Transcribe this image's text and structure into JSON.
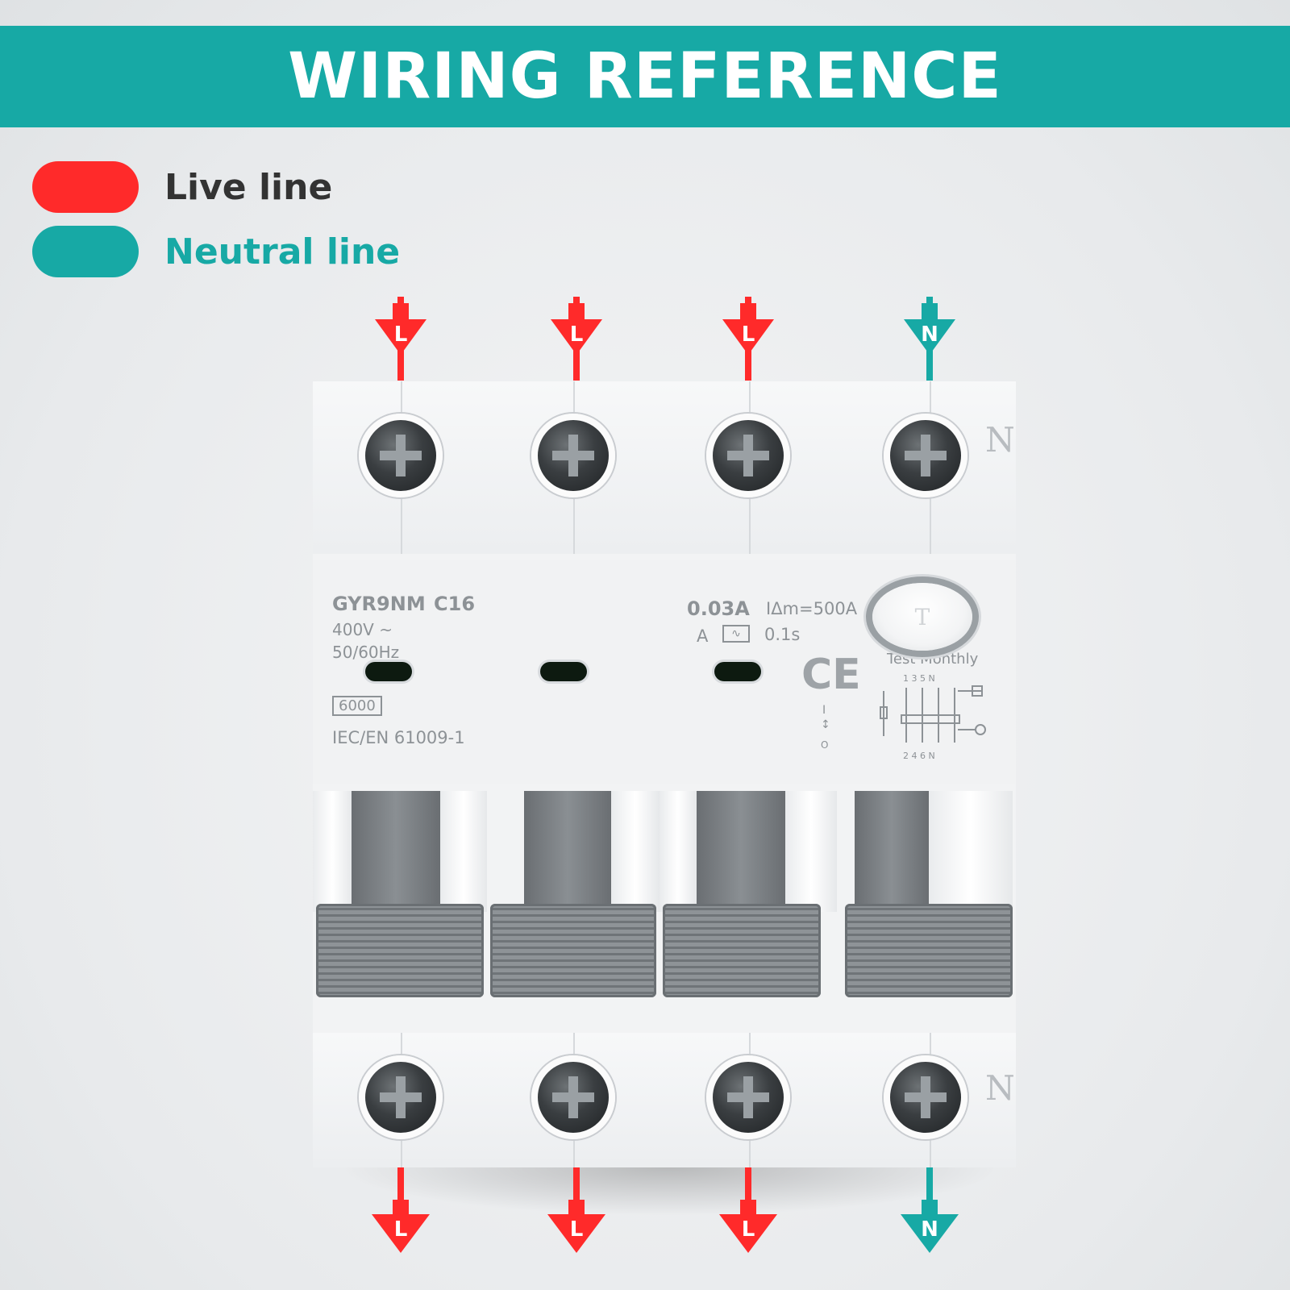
{
  "banner": {
    "title": "WIRING REFERENCE",
    "color": "#17a9a5"
  },
  "legend": [
    {
      "label": "Live line",
      "color": "#ff2a2a",
      "text_color": "#333333"
    },
    {
      "label": "Neutral line",
      "color": "#17a9a5",
      "text_color": "#17a9a5"
    }
  ],
  "arrows": {
    "top": [
      "L",
      "L",
      "L",
      "N"
    ],
    "bottom": [
      "L",
      "L",
      "L",
      "N"
    ]
  },
  "device": {
    "model": "GYR9NM",
    "rating": "C16",
    "voltage": "400V ~",
    "frequency": "50/60Hz",
    "breaking_capacity": "6000",
    "standard": "IEC/EN 61009-1",
    "residual_current": "0.03A",
    "i_delta_m": "IΔm=500A",
    "type": "A",
    "trip_time": "0.1s",
    "ce_mark": "CE",
    "test_label": "Test Monthly",
    "test_button": "T",
    "neutral_mark": "N",
    "diagram_top": "1 3 5 N",
    "diagram_bottom": "2 4 6 N",
    "switch_on": "I",
    "switch_off": "O"
  }
}
